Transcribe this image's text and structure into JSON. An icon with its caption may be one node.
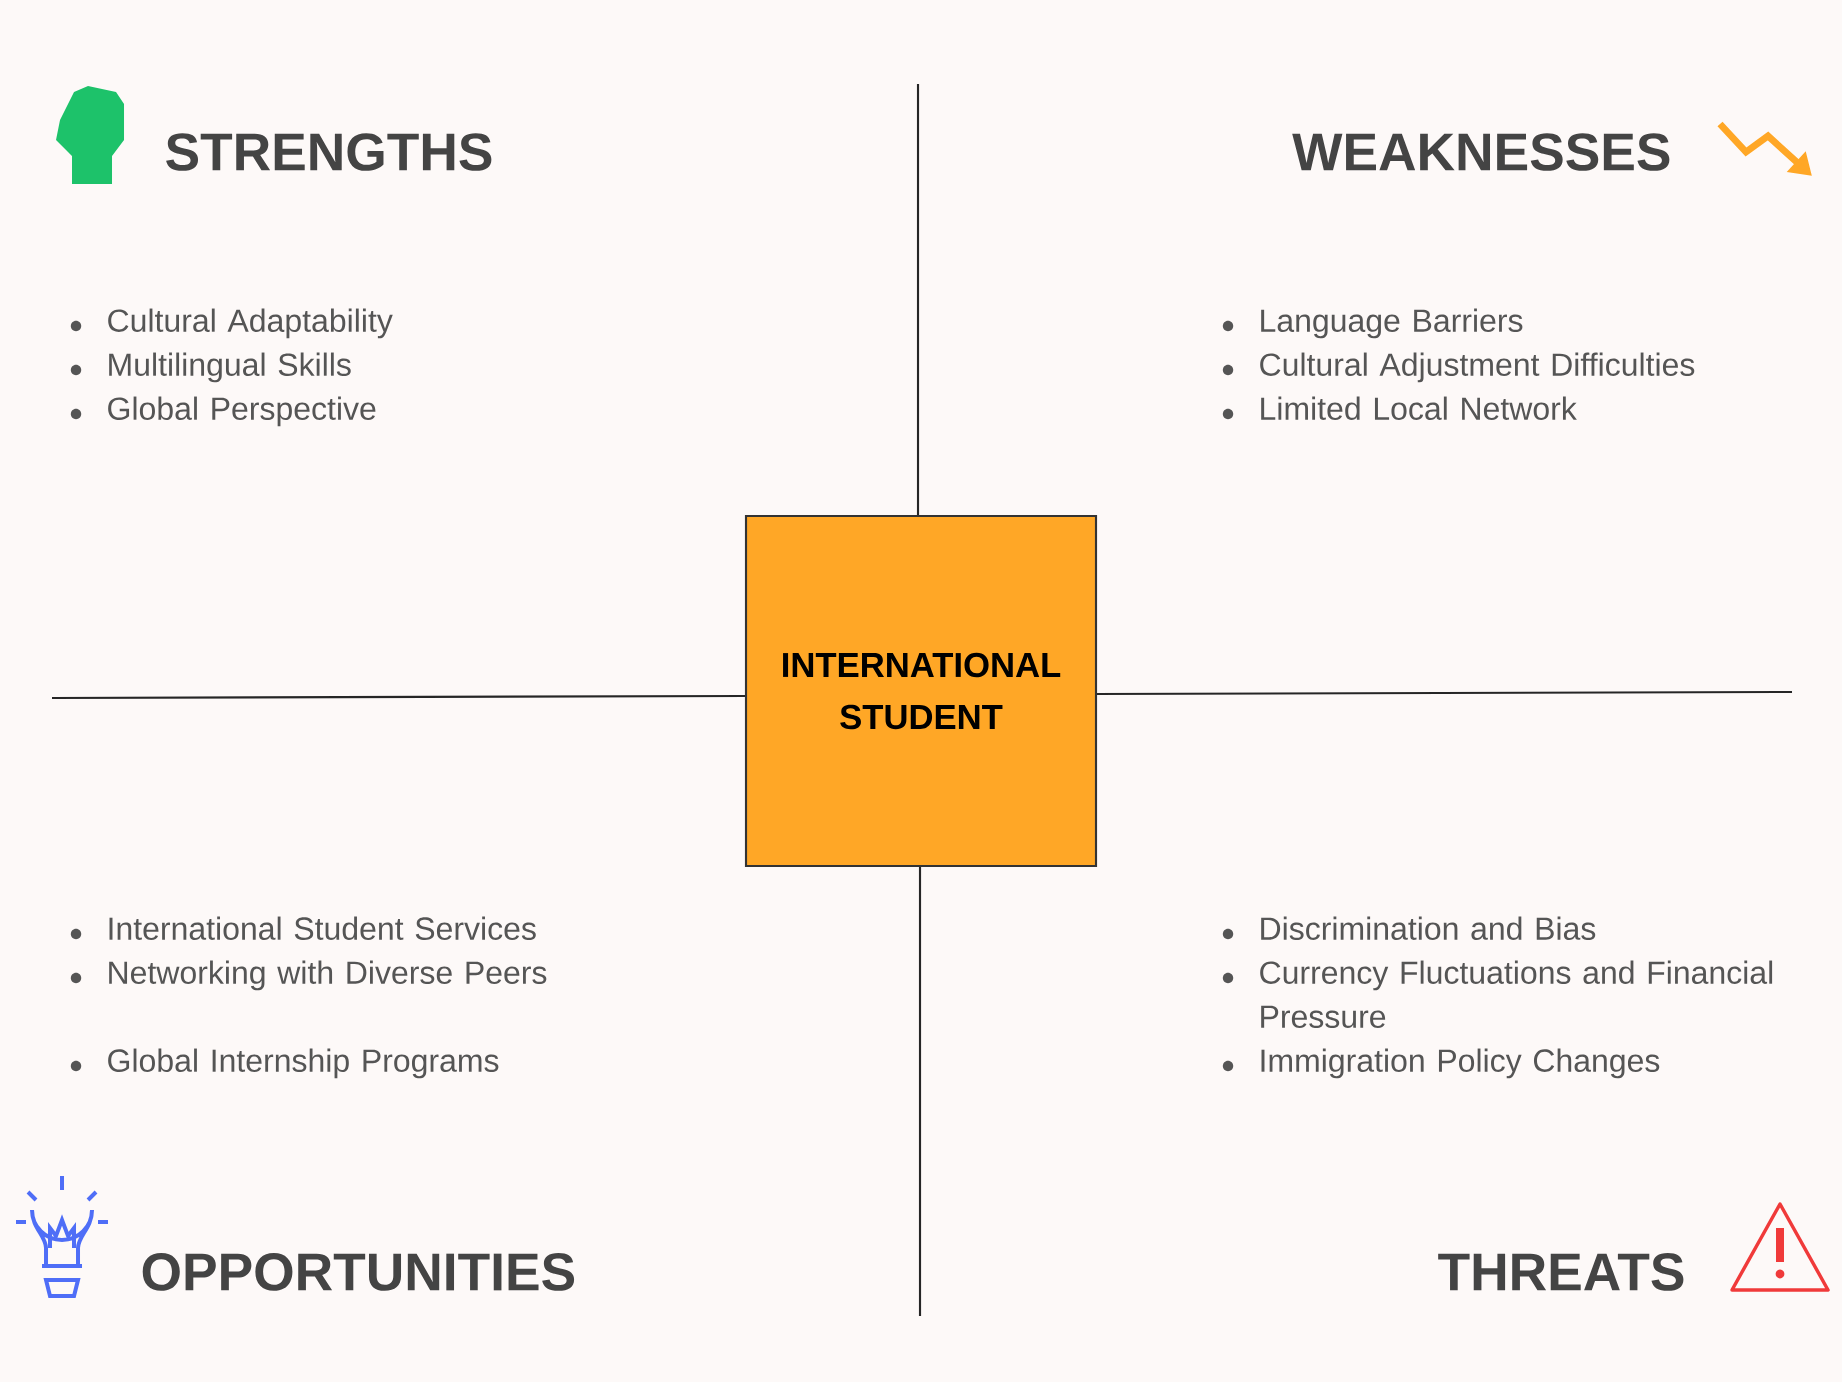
{
  "diagram": {
    "nodes": [
      {
        "text": [
          "INTERNATIONAL STUDENT"
        ]
      }
    ],
    "labels": [
      "STRENGTHS",
      "WEAKNESSES",
      "Cultural Adaptability",
      "Multilingual Skills",
      "Global Perspective",
      "Language Barriers",
      "Cultural Adjustment Difficulties",
      "Limited Local Network",
      "International Student Services",
      "Networking with Diverse Peers",
      "Global Internship Programs",
      "Discrimination and Bias",
      "Currency Fluctuations and Financial Pressure",
      "Immigration Policy Changes",
      "OPPORTUNITIES",
      "THREATS"
    ]
  }
}
